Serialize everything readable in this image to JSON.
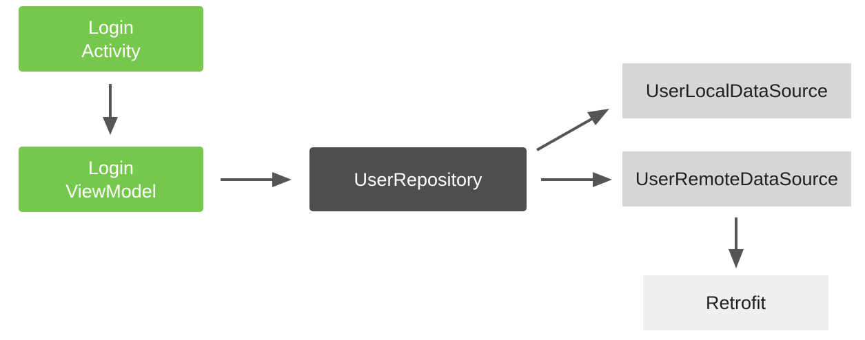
{
  "diagram": {
    "nodes": {
      "login_activity": "Login\nActivity",
      "login_viewmodel": "Login\nViewModel",
      "user_repository": "UserRepository",
      "user_local_data_source": "UserLocalDataSource",
      "user_remote_data_source": "UserRemoteDataSource",
      "retrofit": "Retrofit"
    },
    "edges": [
      {
        "from": "Login Activity",
        "to": "Login ViewModel"
      },
      {
        "from": "Login ViewModel",
        "to": "UserRepository"
      },
      {
        "from": "UserRepository",
        "to": "UserLocalDataSource"
      },
      {
        "from": "UserRepository",
        "to": "UserRemoteDataSource"
      },
      {
        "from": "UserRemoteDataSource",
        "to": "Retrofit"
      }
    ],
    "colors": {
      "ui_layer": "#76c84c",
      "repository": "#4e4e4e",
      "data_source": "#d6d6d6",
      "library": "#efefef",
      "arrow": "#555555"
    }
  }
}
